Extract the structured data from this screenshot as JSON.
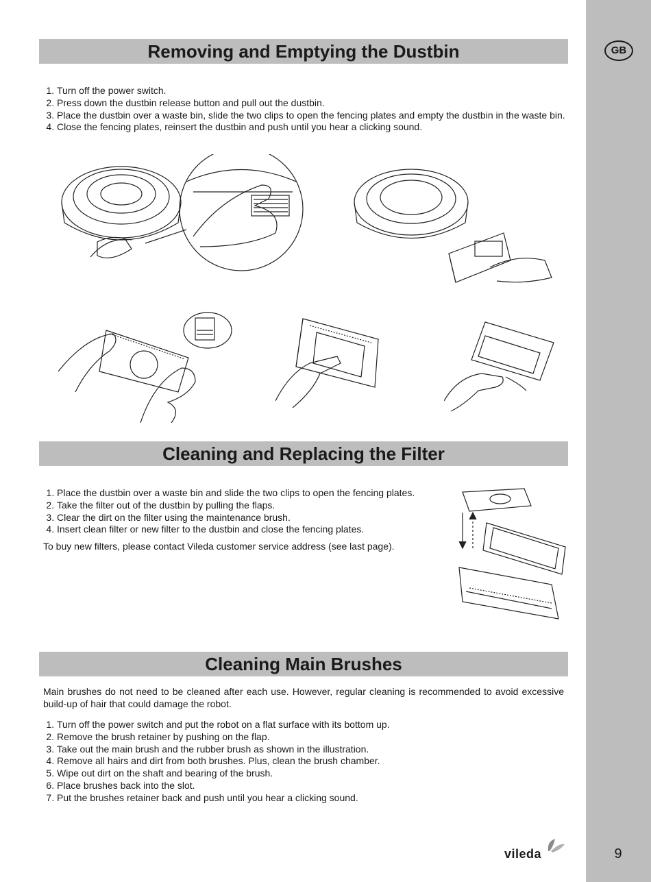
{
  "sidebar": {
    "language_badge": "GB",
    "page_number": "9"
  },
  "brand": {
    "logo_text": "vileda"
  },
  "section_dustbin": {
    "title": "Removing and Emptying the Dustbin",
    "steps": [
      "Turn off the power switch.",
      "Press down the dustbin release button and pull out the dustbin.",
      "Place the dustbin over a waste bin, slide the two clips to open the fencing plates and empty the dustbin in the waste bin.",
      "Close the fencing plates, reinsert the dustbin and push until you hear a clicking sound."
    ]
  },
  "section_filter": {
    "title": "Cleaning and Replacing the Filter",
    "steps": [
      "Place the dustbin over a waste bin and slide the two clips to open the fencing plates.",
      "Take the filter out of the dustbin by pulling the flaps.",
      "Clear the dirt on the filter using the maintenance brush.",
      "Insert clean filter or new filter to the dustbin and close the fencing plates."
    ],
    "note": "To buy new filters, please contact Vileda customer service address (see last page)."
  },
  "section_brushes": {
    "title": "Cleaning Main Brushes",
    "intro": "Main brushes do not need to be cleaned after each use. However, regular cleaning is recommended to avoid excessive build-up of hair that could damage the robot.",
    "steps": [
      "Turn off the power switch and put the robot on a flat surface with its bottom up.",
      "Remove the brush retainer by pushing on the flap.",
      "Take out the main brush and the rubber brush as shown in the illustration.",
      "Remove all hairs and dirt from both brushes. Plus, clean the brush chamber.",
      "Wipe out dirt on the shaft and bearing of the brush.",
      "Place brushes back into the slot.",
      "Put the brushes retainer back and push until you hear a clicking sound."
    ]
  }
}
